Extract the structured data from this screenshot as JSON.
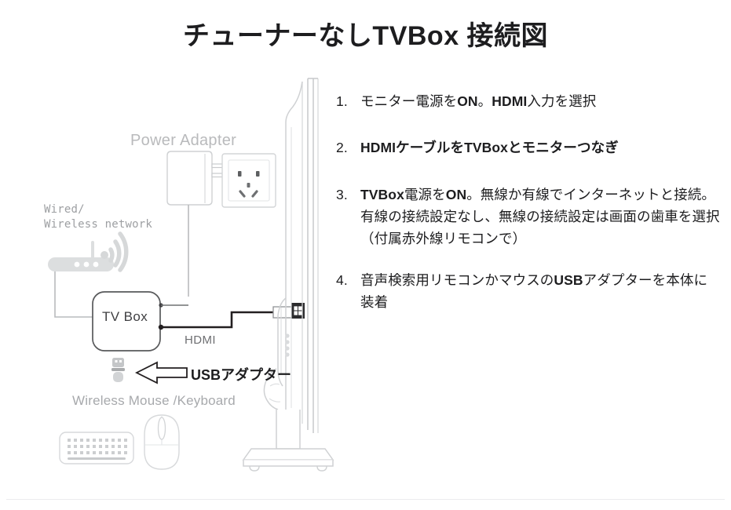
{
  "page": {
    "title_jp_prefix": "チューナーなし",
    "title_en": "TVBox",
    "title_jp_suffix": " 接続図",
    "title_full": "チューナーなしTVBox 接続図",
    "background_color": "#ffffff",
    "text_color": "#1d1d1f",
    "muted_color": "#a7a9ac",
    "divider_color": "#ececee"
  },
  "diagram": {
    "labels": {
      "power_adapter": "Power Adapter",
      "network": "Wired/\nWireless network",
      "tv_box": "TV Box",
      "hdmi": "HDMI",
      "usb_adapter_en": "USB",
      "usb_adapter_jp": "アダプター",
      "wireless_mouse_keyboard": "Wireless Mouse /Keyboard"
    },
    "icons": [
      "power-adapter-icon",
      "wall-outlet-icon",
      "wifi-router-icon",
      "tv-box-icon",
      "usb-dongle-icon",
      "keyboard-icon",
      "mouse-icon",
      "monitor-side-view-icon",
      "hdmi-connector-icon",
      "callout-arrow-icon"
    ],
    "line_colors": {
      "outline": "#c9cbcd",
      "hdmi_cable": "#231f20",
      "power_cable": "#9d9fa2",
      "tv_box_outline": "#58595b"
    }
  },
  "instructions": {
    "steps": [
      {
        "number": "1.",
        "segments": [
          {
            "text": "モニター電源を",
            "bold": false
          },
          {
            "text": "ON",
            "bold": true
          },
          {
            "text": "。",
            "bold": false
          },
          {
            "text": "HDMI",
            "bold": true
          },
          {
            "text": "入力を選択",
            "bold": false
          }
        ],
        "plain": "モニター電源をON。HDMI入力を選択"
      },
      {
        "number": "2.",
        "segments": [
          {
            "text": "HDMI",
            "bold": true
          },
          {
            "text": "ケーブルを",
            "bold": true
          },
          {
            "text": "TVBox",
            "bold": true
          },
          {
            "text": "とモニターつなぎ",
            "bold": true
          }
        ],
        "plain": "HDMIケーブルをTVBoxとモニターつなぎ"
      },
      {
        "number": "3.",
        "segments": [
          {
            "text": "TVBox",
            "bold": true
          },
          {
            "text": "電源を",
            "bold": false
          },
          {
            "text": "ON",
            "bold": true
          },
          {
            "text": "。無線か有線でインターネットと接続。有線の接続設定なし、無線の接続設定は画面の歯車を選択（付属赤外線リモコンで）",
            "bold": false
          }
        ],
        "plain": "TVBox電源をON。無線か有線でインターネットと接続。有線の接続設定なし、無線の接続設定は画面の歯車を選択（付属赤外線リモコンで）"
      },
      {
        "number": "4.",
        "segments": [
          {
            "text": "音声検索用リモコンかマウスの",
            "bold": false
          },
          {
            "text": "USB",
            "bold": true
          },
          {
            "text": "アダプターを本体に装着",
            "bold": false
          }
        ],
        "plain": "音声検索用リモコンかマウスのUSBアダプターを本体に装着"
      }
    ]
  }
}
